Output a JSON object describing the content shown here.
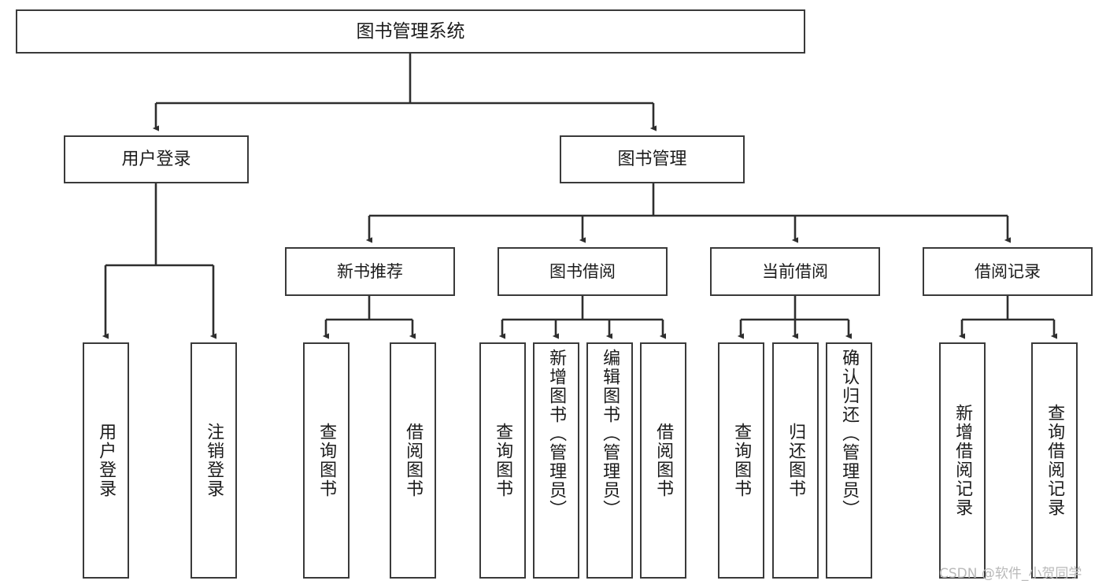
{
  "diagram": {
    "type": "tree-hierarchy-diagram",
    "title": "图书管理系统",
    "watermark": "CSDN @软件_小贺同学",
    "colors": {
      "box_border": "#3a3a3a",
      "box_fill": "#ffffff",
      "connector": "#2e2e2e",
      "text": "#1b1b1b",
      "watermark": "#b9b9b9",
      "background": "#ffffff"
    },
    "nodes": {
      "root": {
        "label": "图书管理系统"
      },
      "level2": [
        {
          "id": "user-login",
          "label": "用户登录"
        },
        {
          "id": "book-management",
          "label": "图书管理"
        }
      ],
      "level3": [
        {
          "id": "new-book-recommend",
          "label": "新书推荐"
        },
        {
          "id": "book-borrow",
          "label": "图书借阅"
        },
        {
          "id": "current-borrow",
          "label": "当前借阅"
        },
        {
          "id": "borrow-record",
          "label": "借阅记录"
        }
      ],
      "leaves": {
        "user_login": [
          {
            "id": "leaf-user-login",
            "label": "用户登录"
          },
          {
            "id": "leaf-user-logout",
            "label": "注销登录"
          }
        ],
        "new_book_recommend": [
          {
            "id": "leaf-query-book-1",
            "label": "查询图书"
          },
          {
            "id": "leaf-borrow-book-1",
            "label": "借阅图书"
          }
        ],
        "book_borrow": [
          {
            "id": "leaf-query-book-2",
            "label": "查询图书"
          },
          {
            "id": "leaf-add-book",
            "label": "新增图书（管理员）"
          },
          {
            "id": "leaf-edit-book",
            "label": "编辑图书（管理员）"
          },
          {
            "id": "leaf-borrow-book-2",
            "label": "借阅图书"
          }
        ],
        "current_borrow": [
          {
            "id": "leaf-query-book-3",
            "label": "查询图书"
          },
          {
            "id": "leaf-return-book",
            "label": "归还图书"
          },
          {
            "id": "leaf-confirm-return",
            "label": "确认归还（管理员）"
          }
        ],
        "borrow_record": [
          {
            "id": "leaf-add-borrow-record",
            "label": "新增借阅记录"
          },
          {
            "id": "leaf-query-borrow-record",
            "label": "查询借阅记录"
          }
        ]
      }
    }
  }
}
